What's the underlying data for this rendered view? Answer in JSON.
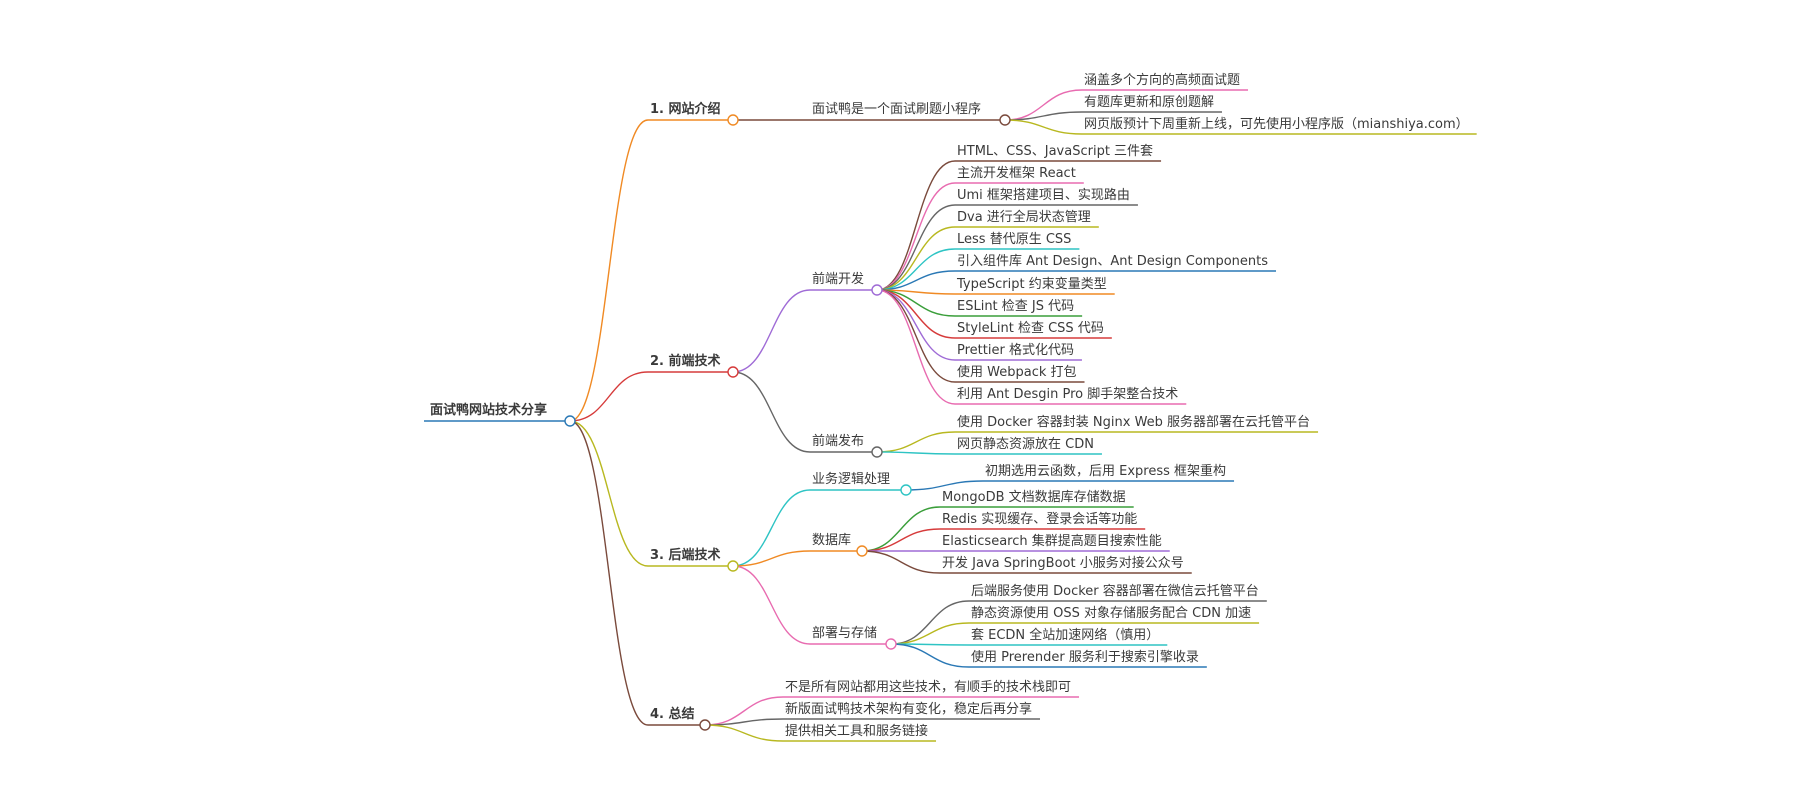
{
  "root": {
    "label": "面试鸭网站技术分享",
    "color": "#2a78b5"
  },
  "sections": [
    {
      "label": "1. 网站介绍",
      "color": "#f08a24",
      "children": [
        {
          "label": "面试鸭是一个面试刷题小程序",
          "color": "#7a4a3c",
          "children": [
            {
              "label": "涵盖多个方向的高频面试题",
              "color": "#e86bb0"
            },
            {
              "label": "有题库更新和原创题解",
              "color": "#666666"
            },
            {
              "label": "网页版预计下周重新上线，可先使用小程序版（mianshiya.com）",
              "color": "#b8b820"
            }
          ]
        }
      ]
    },
    {
      "label": "2. 前端技术",
      "color": "#d63b3b",
      "children": [
        {
          "label": "前端开发",
          "color": "#9f6bd6",
          "children": [
            {
              "label": "HTML、CSS、JavaScript 三件套",
              "color": "#7a4a3c"
            },
            {
              "label": "主流开发框架 React",
              "color": "#e86bb0"
            },
            {
              "label": "Umi 框架搭建项目、实现路由",
              "color": "#666666"
            },
            {
              "label": "Dva 进行全局状态管理",
              "color": "#b8b820"
            },
            {
              "label": "Less 替代原生 CSS",
              "color": "#2ec4c4"
            },
            {
              "label": "引入组件库 Ant Design、Ant Design Components",
              "color": "#2a78b5"
            },
            {
              "label": "TypeScript 约束变量类型",
              "color": "#f08a24"
            },
            {
              "label": "ESLint 检查 JS 代码",
              "color": "#3a9e3a"
            },
            {
              "label": "StyleLint 检查 CSS 代码",
              "color": "#d63b3b"
            },
            {
              "label": "Prettier 格式化代码",
              "color": "#9f6bd6"
            },
            {
              "label": "使用 Webpack 打包",
              "color": "#7a4a3c"
            },
            {
              "label": "利用 Ant Desgin Pro 脚手架整合技术",
              "color": "#e86bb0"
            }
          ]
        },
        {
          "label": "前端发布",
          "color": "#666666",
          "children": [
            {
              "label": "使用 Docker 容器封装 Nginx Web 服务器部署在云托管平台",
              "color": "#b8b820"
            },
            {
              "label": "网页静态资源放在 CDN",
              "color": "#2ec4c4"
            }
          ]
        }
      ]
    },
    {
      "label": "3. 后端技术",
      "color": "#b8b820",
      "children": [
        {
          "label": "业务逻辑处理",
          "color": "#2ec4c4",
          "children": [
            {
              "label": "初期选用云函数，后用 Express 框架重构",
              "color": "#2a78b5"
            }
          ]
        },
        {
          "label": "数据库",
          "color": "#f08a24",
          "children": [
            {
              "label": "MongoDB 文档数据库存储数据",
              "color": "#3a9e3a"
            },
            {
              "label": "Redis 实现缓存、登录会话等功能",
              "color": "#d63b3b"
            },
            {
              "label": "Elasticsearch 集群提高题目搜索性能",
              "color": "#9f6bd6"
            },
            {
              "label": "开发 Java SpringBoot 小服务对接公众号",
              "color": "#7a4a3c"
            }
          ]
        },
        {
          "label": "部署与存储",
          "color": "#e86bb0",
          "children": [
            {
              "label": "后端服务使用 Docker 容器部署在微信云托管平台",
              "color": "#666666"
            },
            {
              "label": "静态资源使用 OSS 对象存储服务配合 CDN 加速",
              "color": "#b8b820"
            },
            {
              "label": "套 ECDN 全站加速网络（慎用）",
              "color": "#2ec4c4"
            },
            {
              "label": "使用 Prerender 服务利于搜索引擎收录",
              "color": "#2a78b5"
            }
          ]
        }
      ]
    },
    {
      "label": "4. 总结",
      "color": "#7a4a3c",
      "children": [
        {
          "label": "不是所有网站都用这些技术，有顺手的技术栈即可",
          "color": "#e86bb0"
        },
        {
          "label": "新版面试鸭技术架构有变化，稳定后再分享",
          "color": "#666666"
        },
        {
          "label": "提供相关工具和服务链接",
          "color": "#b8b820"
        }
      ]
    }
  ]
}
